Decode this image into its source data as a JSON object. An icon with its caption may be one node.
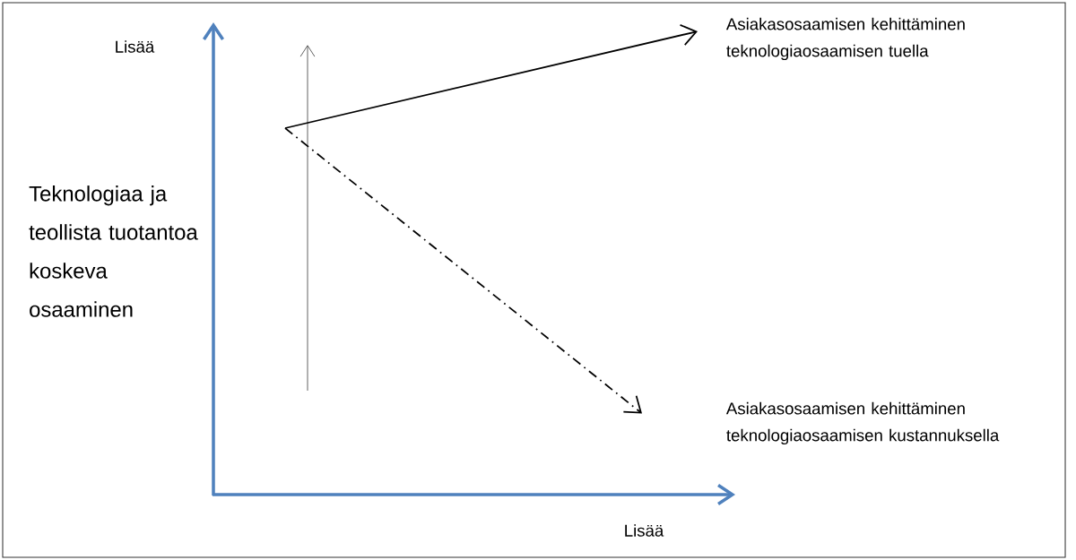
{
  "diagram": {
    "nodes": [
      {
        "text": [
          "Asiakasosaamisen kehittäminen teknologiaosaamisen tuella"
        ]
      },
      {
        "text": [
          "Asiakasosaamisen kehittäminen teknologiaosaamisen kustannuksella"
        ]
      }
    ],
    "edges": [
      {
        "from": null,
        "to": 0,
        "arrow": "to"
      },
      {
        "from": null,
        "to": 1,
        "arrow": "to",
        "style": "dashed"
      }
    ],
    "labels": [
      "Lisää",
      "Teknologiaa ja teollista tuotantoa koskeva osaaminen",
      "Lisää"
    ]
  }
}
